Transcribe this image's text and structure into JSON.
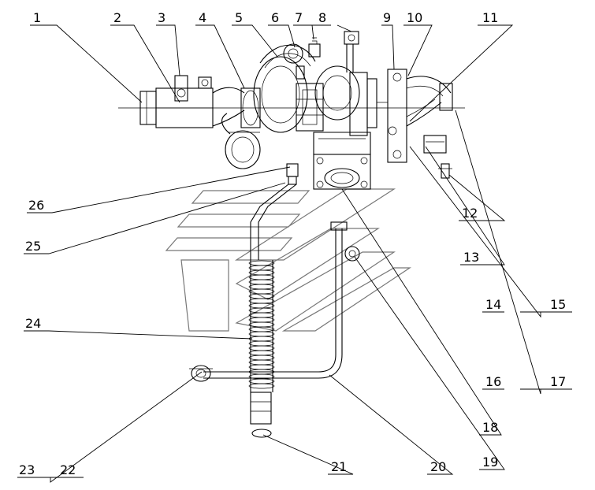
{
  "diagram": {
    "callouts": [
      {
        "id": "1",
        "label": "1"
      },
      {
        "id": "2",
        "label": "2"
      },
      {
        "id": "3",
        "label": "3"
      },
      {
        "id": "4",
        "label": "4"
      },
      {
        "id": "5",
        "label": "5"
      },
      {
        "id": "6",
        "label": "6"
      },
      {
        "id": "7",
        "label": "7"
      },
      {
        "id": "8",
        "label": "8"
      },
      {
        "id": "9",
        "label": "9"
      },
      {
        "id": "10",
        "label": "10"
      },
      {
        "id": "11",
        "label": "11"
      },
      {
        "id": "12",
        "label": "12"
      },
      {
        "id": "13",
        "label": "13"
      },
      {
        "id": "14",
        "label": "14"
      },
      {
        "id": "15",
        "label": "15"
      },
      {
        "id": "16",
        "label": "16"
      },
      {
        "id": "17",
        "label": "17"
      },
      {
        "id": "18",
        "label": "18"
      },
      {
        "id": "19",
        "label": "19"
      },
      {
        "id": "20",
        "label": "20"
      },
      {
        "id": "21",
        "label": "21"
      },
      {
        "id": "22",
        "label": "22"
      },
      {
        "id": "23",
        "label": "23"
      },
      {
        "id": "24",
        "label": "24"
      },
      {
        "id": "25",
        "label": "25"
      },
      {
        "id": "26",
        "label": "26"
      }
    ]
  }
}
